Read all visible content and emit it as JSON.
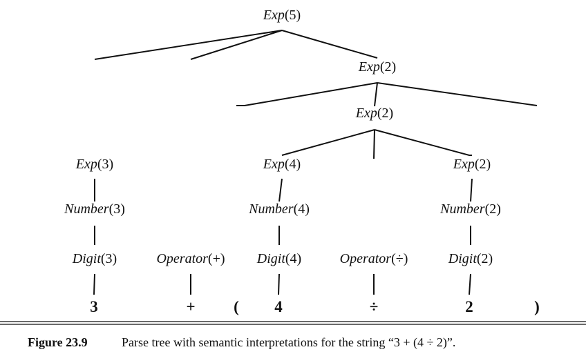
{
  "nodes": [
    {
      "id": "root",
      "category": "Exp",
      "value": "(5)"
    },
    {
      "id": "exp3",
      "category": "Exp",
      "value": "(3)"
    },
    {
      "id": "number3",
      "category": "Number",
      "value": "(3)"
    },
    {
      "id": "digit3",
      "category": "Digit",
      "value": "(3)"
    },
    {
      "id": "op-plus",
      "category": "Operator",
      "value": "(+)"
    },
    {
      "id": "exp2-outer",
      "category": "Exp",
      "value": "(2)"
    },
    {
      "id": "exp2-inner",
      "category": "Exp",
      "value": "(2)"
    },
    {
      "id": "exp4",
      "category": "Exp",
      "value": "(4)"
    },
    {
      "id": "number4",
      "category": "Number",
      "value": "(4)"
    },
    {
      "id": "digit4",
      "category": "Digit",
      "value": "(4)"
    },
    {
      "id": "op-divide",
      "category": "Operator",
      "value": "(÷)"
    },
    {
      "id": "exp2-right",
      "category": "Exp",
      "value": "(2)"
    },
    {
      "id": "number2",
      "category": "Number",
      "value": "(2)"
    },
    {
      "id": "digit2",
      "category": "Digit",
      "value": "(2)"
    }
  ],
  "leaves": [
    {
      "id": "leaf-3",
      "text": "3"
    },
    {
      "id": "leaf-plus",
      "text": "+"
    },
    {
      "id": "leaf-lparen",
      "text": "("
    },
    {
      "id": "leaf-4",
      "text": "4"
    },
    {
      "id": "leaf-divide",
      "text": "÷"
    },
    {
      "id": "leaf-2",
      "text": "2"
    },
    {
      "id": "leaf-rparen",
      "text": ")"
    }
  ],
  "edges": [
    [
      "root",
      "exp3"
    ],
    [
      "root",
      "op-plus"
    ],
    [
      "root",
      "exp2-outer"
    ],
    [
      "exp3",
      "number3"
    ],
    [
      "number3",
      "digit3"
    ],
    [
      "digit3",
      "leaf-3"
    ],
    [
      "op-plus",
      "leaf-plus"
    ],
    [
      "exp2-outer",
      "leaf-lparen"
    ],
    [
      "exp2-outer",
      "exp2-inner"
    ],
    [
      "exp2-outer",
      "leaf-rparen"
    ],
    [
      "exp2-inner",
      "exp4"
    ],
    [
      "exp2-inner",
      "op-divide"
    ],
    [
      "exp2-inner",
      "exp2-right"
    ],
    [
      "exp4",
      "number4"
    ],
    [
      "number4",
      "digit4"
    ],
    [
      "digit4",
      "leaf-4"
    ],
    [
      "op-divide",
      "leaf-divide"
    ],
    [
      "exp2-right",
      "number2"
    ],
    [
      "number2",
      "digit2"
    ],
    [
      "digit2",
      "leaf-2"
    ]
  ],
  "caption": {
    "number": "Figure 23.9",
    "text": "Parse tree with semantic interpretations for the string “3 + (4 ÷ 2)”."
  }
}
